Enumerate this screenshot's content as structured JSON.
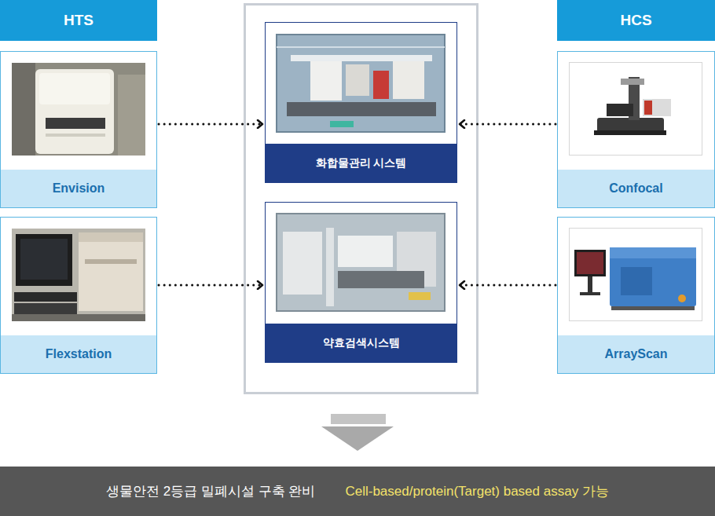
{
  "diagram": {
    "nodes": [
      {
        "text": [
          "HTS"
        ]
      },
      {
        "text": [
          "Envision"
        ]
      },
      {
        "text": [
          "Flexstation"
        ]
      },
      {
        "text": [
          "화합물관리 시스템"
        ]
      },
      {
        "text": [
          "약효검색시스템"
        ]
      },
      {
        "text": [
          "HCS"
        ]
      },
      {
        "text": [
          "Confocal"
        ]
      },
      {
        "text": [
          "ArrayScan"
        ]
      },
      {
        "text": [
          "생물안전 2등급 밀폐시설 구축 완비",
          "Cell-based/protein(Target) based assay 가능"
        ]
      }
    ],
    "edges": [
      {
        "from": 1,
        "to": 3,
        "arrow": "to"
      },
      {
        "from": 2,
        "to": 4,
        "arrow": "to"
      },
      {
        "from": 6,
        "to": 3,
        "arrow": "to"
      },
      {
        "from": 7,
        "to": 4,
        "arrow": "to"
      }
    ]
  }
}
